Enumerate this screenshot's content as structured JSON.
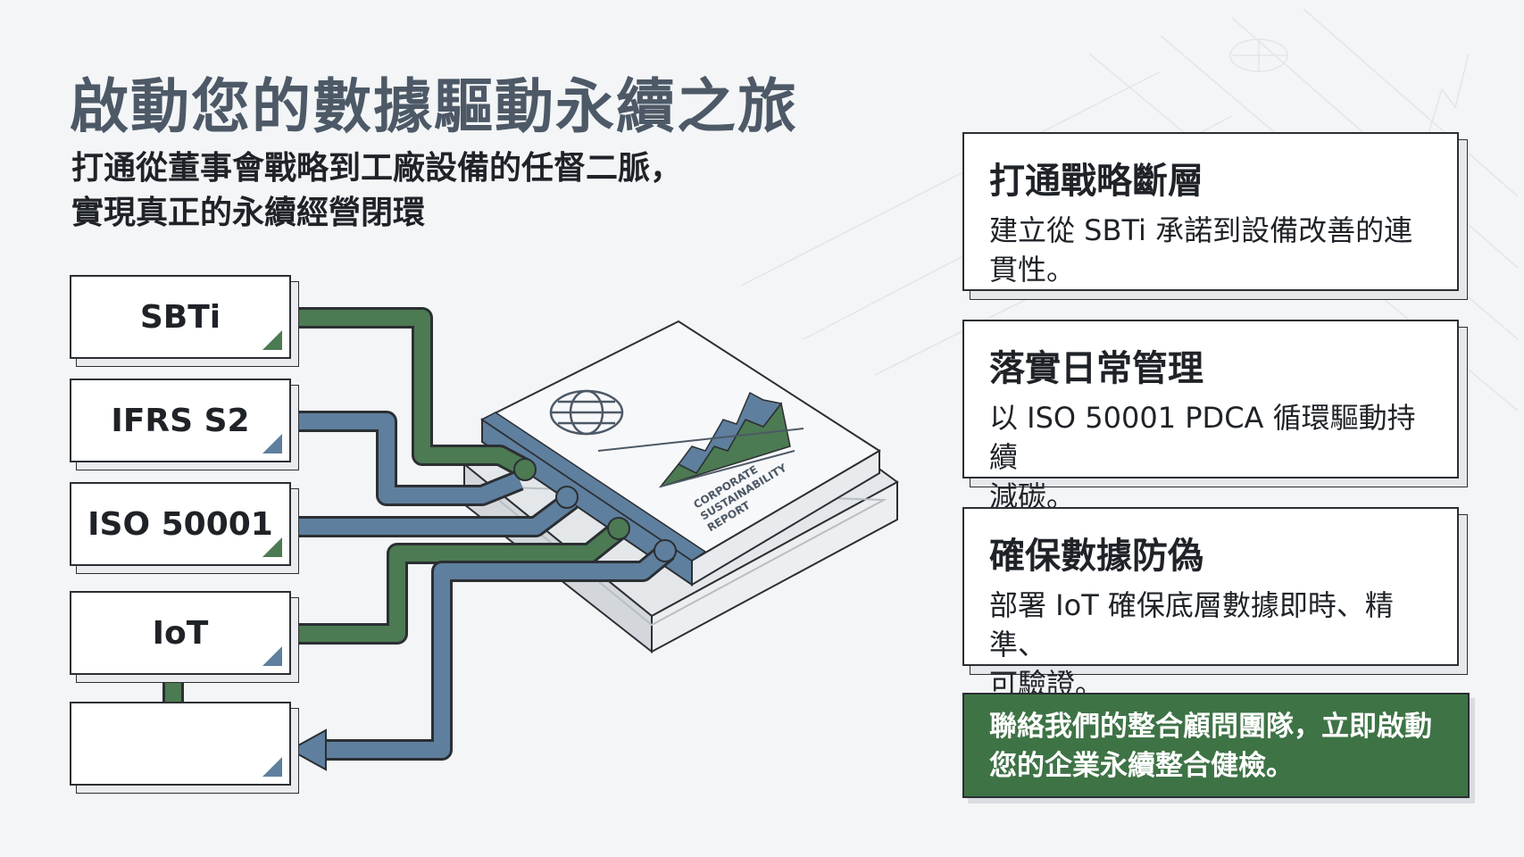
{
  "title": "啟動您的數據驅動永續之旅",
  "subtitle": {
    "line1": "打通從董事會戰略到工廠設備的任督二脈，",
    "line2": "實現真正的永續經營閉環"
  },
  "sources": [
    {
      "label": "SBTi",
      "corner": "green"
    },
    {
      "label": "IFRS S2",
      "corner": "blue"
    },
    {
      "label": "ISO 50001",
      "corner": "green"
    },
    {
      "label": "IoT",
      "corner": "blue"
    },
    {
      "label": "",
      "corner": "blue"
    }
  ],
  "report": {
    "line1": "CORPORATE",
    "line2": "SUSTAINABILITY",
    "line3": "REPORT"
  },
  "cards": [
    {
      "title": "打通戰略斷層",
      "line1": "建立從 SBTi 承諾到設備改善的連",
      "line2": "貫性。"
    },
    {
      "title": "落實日常管理",
      "line1": "以 ISO 50001 PDCA 循環驅動持續",
      "line2": "減碳。"
    },
    {
      "title": "確保數據防偽",
      "line1": "部署 IoT 確保底層數據即時、精準、",
      "line2": "可驗證。"
    }
  ],
  "cta": {
    "line1": "聯絡我們的整合顧問團隊，立即啟動",
    "line2": "您的企業永續整合健檢。"
  },
  "colors": {
    "green": "#4c7a52",
    "blue": "#5f7f9e",
    "cta_bg": "#3e7346",
    "title": "#4d5966"
  }
}
